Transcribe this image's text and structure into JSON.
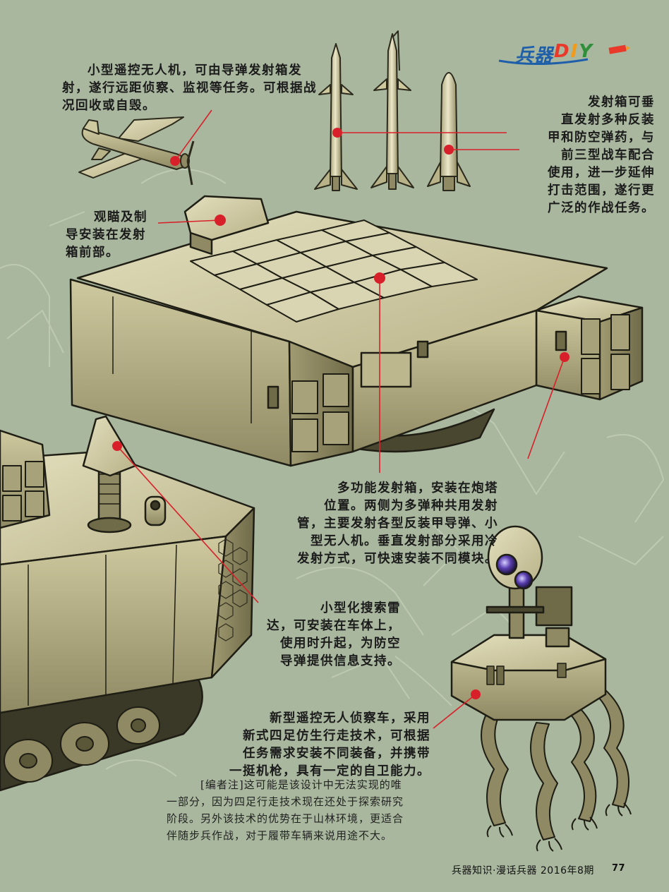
{
  "header": {
    "logo_text": "兵器",
    "logo_diy": "DIY",
    "colors": {
      "logo_blue": "#1f5ea8",
      "d": "#e8392a",
      "i": "#f29a1b",
      "y": "#2f8f3a",
      "pencil": "#e8392a"
    }
  },
  "captions": {
    "uav": [
      "小型遥控无人机，可由导弹发射箱发",
      "射，遂行远距侦察、监视等任务。可根据战",
      "况回收或自毁。"
    ],
    "missiles": [
      "发射箱可垂",
      "直发射多种反装",
      "甲和防空弹药，与",
      "前三型战车配合",
      "使用，进一步延伸",
      "打击范围，遂行更",
      "广泛的作战任务。"
    ],
    "sight": [
      "观瞄及制",
      "导安装在发射",
      "箱前部。"
    ],
    "launcher": [
      "多功能发射箱，安装在炮塔",
      "位置。两侧为多弹种共用发射",
      "管，主要发射各型反装甲导弹、小",
      "型无人机。垂直发射部分采用冷",
      "发射方式，可快速安装不同模块。"
    ],
    "radar": [
      "小型化搜索雷",
      "达，可安装在车体上，",
      "使用时升起，为防空",
      "导弹提供信息支持。"
    ],
    "robot": [
      "新型遥控无人侦察车，采用",
      "新式四足仿生行走技术，可根据",
      "任务需求安装不同装备，并携带",
      "一挺机枪，具有一定的自卫能力。"
    ]
  },
  "editor_note": [
    "[编者注]这可能是该设计中无法实现的唯",
    "一部分，因为四足行走技术现在还处于探索研究",
    "阶段。另外该技术的优势在于山林环境，更适合",
    "伴随步兵作战，对于履带车辆来说用途不大。"
  ],
  "footer": {
    "publication": "兵器知识·漫话兵器 2016年8期",
    "page_number": "77"
  },
  "colors": {
    "background": "#a9b79e",
    "callout_dot": "#d8202a",
    "callout_line": "#d8202a",
    "armor": "#c9c39a"
  }
}
